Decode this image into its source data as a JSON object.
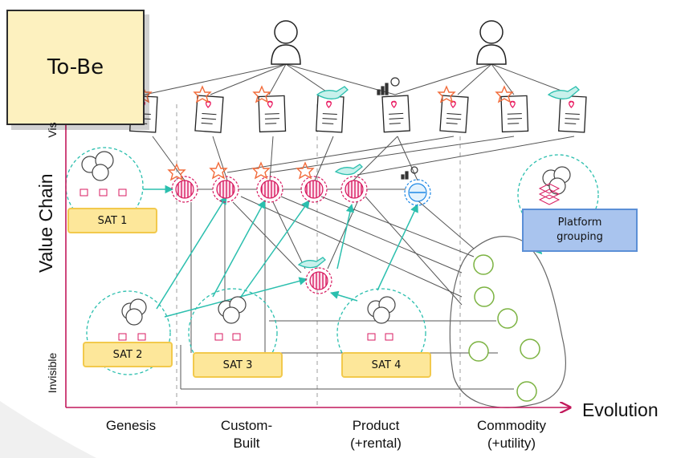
{
  "sticky": {
    "label": "To-Be"
  },
  "axes": {
    "y_label": "Value Chain",
    "y_top_label": "Vis",
    "y_bottom_label": "Invisible",
    "x_label": "Evolution"
  },
  "stages": [
    {
      "line1": "Genesis",
      "line2": ""
    },
    {
      "line1": "Custom-",
      "line2": "Built"
    },
    {
      "line1": "Product",
      "line2": "(+rental)"
    },
    {
      "line1": "Commodity",
      "line2": "(+utility)"
    }
  ],
  "teams": [
    {
      "label": "SAT 1"
    },
    {
      "label": "SAT 2"
    },
    {
      "label": "SAT 3"
    },
    {
      "label": "SAT 4"
    }
  ],
  "platform": {
    "line1": "Platform",
    "line2": "grouping"
  },
  "colors": {
    "axis": "#c2185b",
    "team_line": "#2bbfae",
    "component": "#d81b60",
    "commodity_node": "#7cb342",
    "sticky": "#fdf1bf",
    "sat_fill": "#fde79a",
    "platform_fill": "#a9c4ee",
    "utility_node": "#1e88e5"
  }
}
